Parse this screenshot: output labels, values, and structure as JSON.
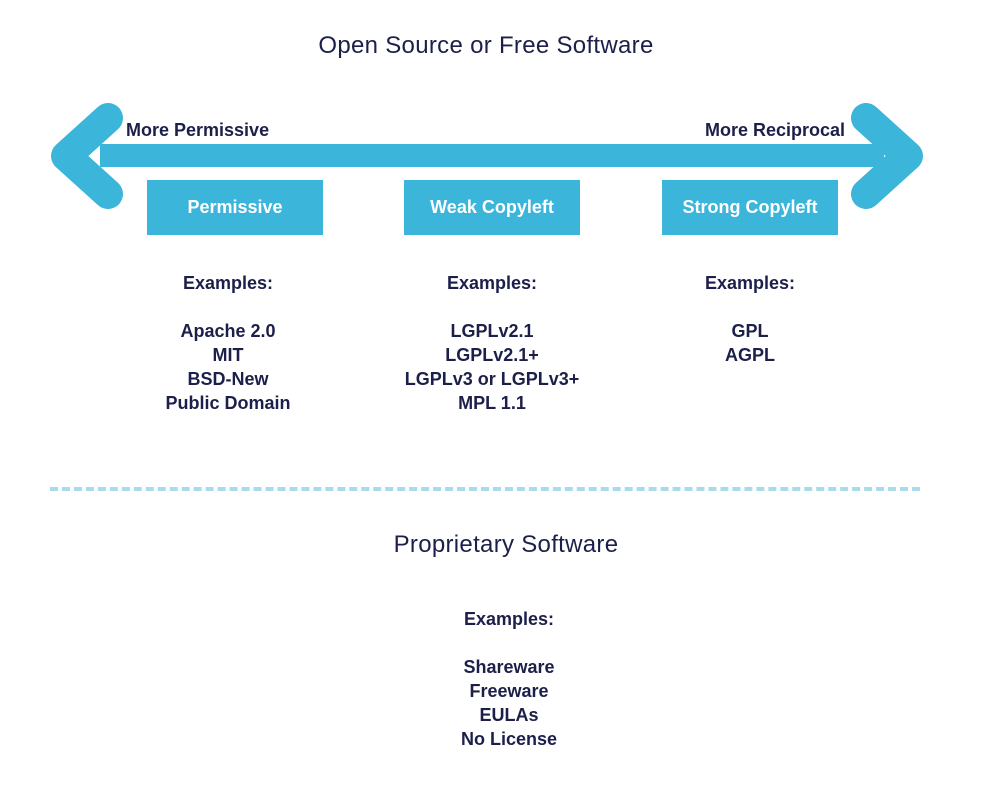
{
  "open_source": {
    "title": "Open Source or Free Software",
    "left_end_label": "More Permissive",
    "right_end_label": "More Reciprocal",
    "categories": [
      {
        "label": "Permissive",
        "examples_heading": "Examples:",
        "examples": [
          "Apache 2.0",
          "MIT",
          "BSD-New",
          "Public Domain"
        ]
      },
      {
        "label": "Weak Copyleft",
        "examples_heading": "Examples:",
        "examples": [
          "LGPLv2.1",
          "LGPLv2.1+",
          "LGPLv3 or LGPLv3+",
          "MPL 1.1"
        ]
      },
      {
        "label": "Strong Copyleft",
        "examples_heading": "Examples:",
        "examples": [
          "GPL",
          "AGPL"
        ]
      }
    ]
  },
  "proprietary": {
    "title": "Proprietary Software",
    "examples_heading": "Examples:",
    "examples": [
      "Shareware",
      "Freeware",
      "EULAs",
      "No License"
    ]
  },
  "colors": {
    "accent": "#3cb5da",
    "text": "#1c1f4a",
    "divider": "#a8dcec"
  }
}
